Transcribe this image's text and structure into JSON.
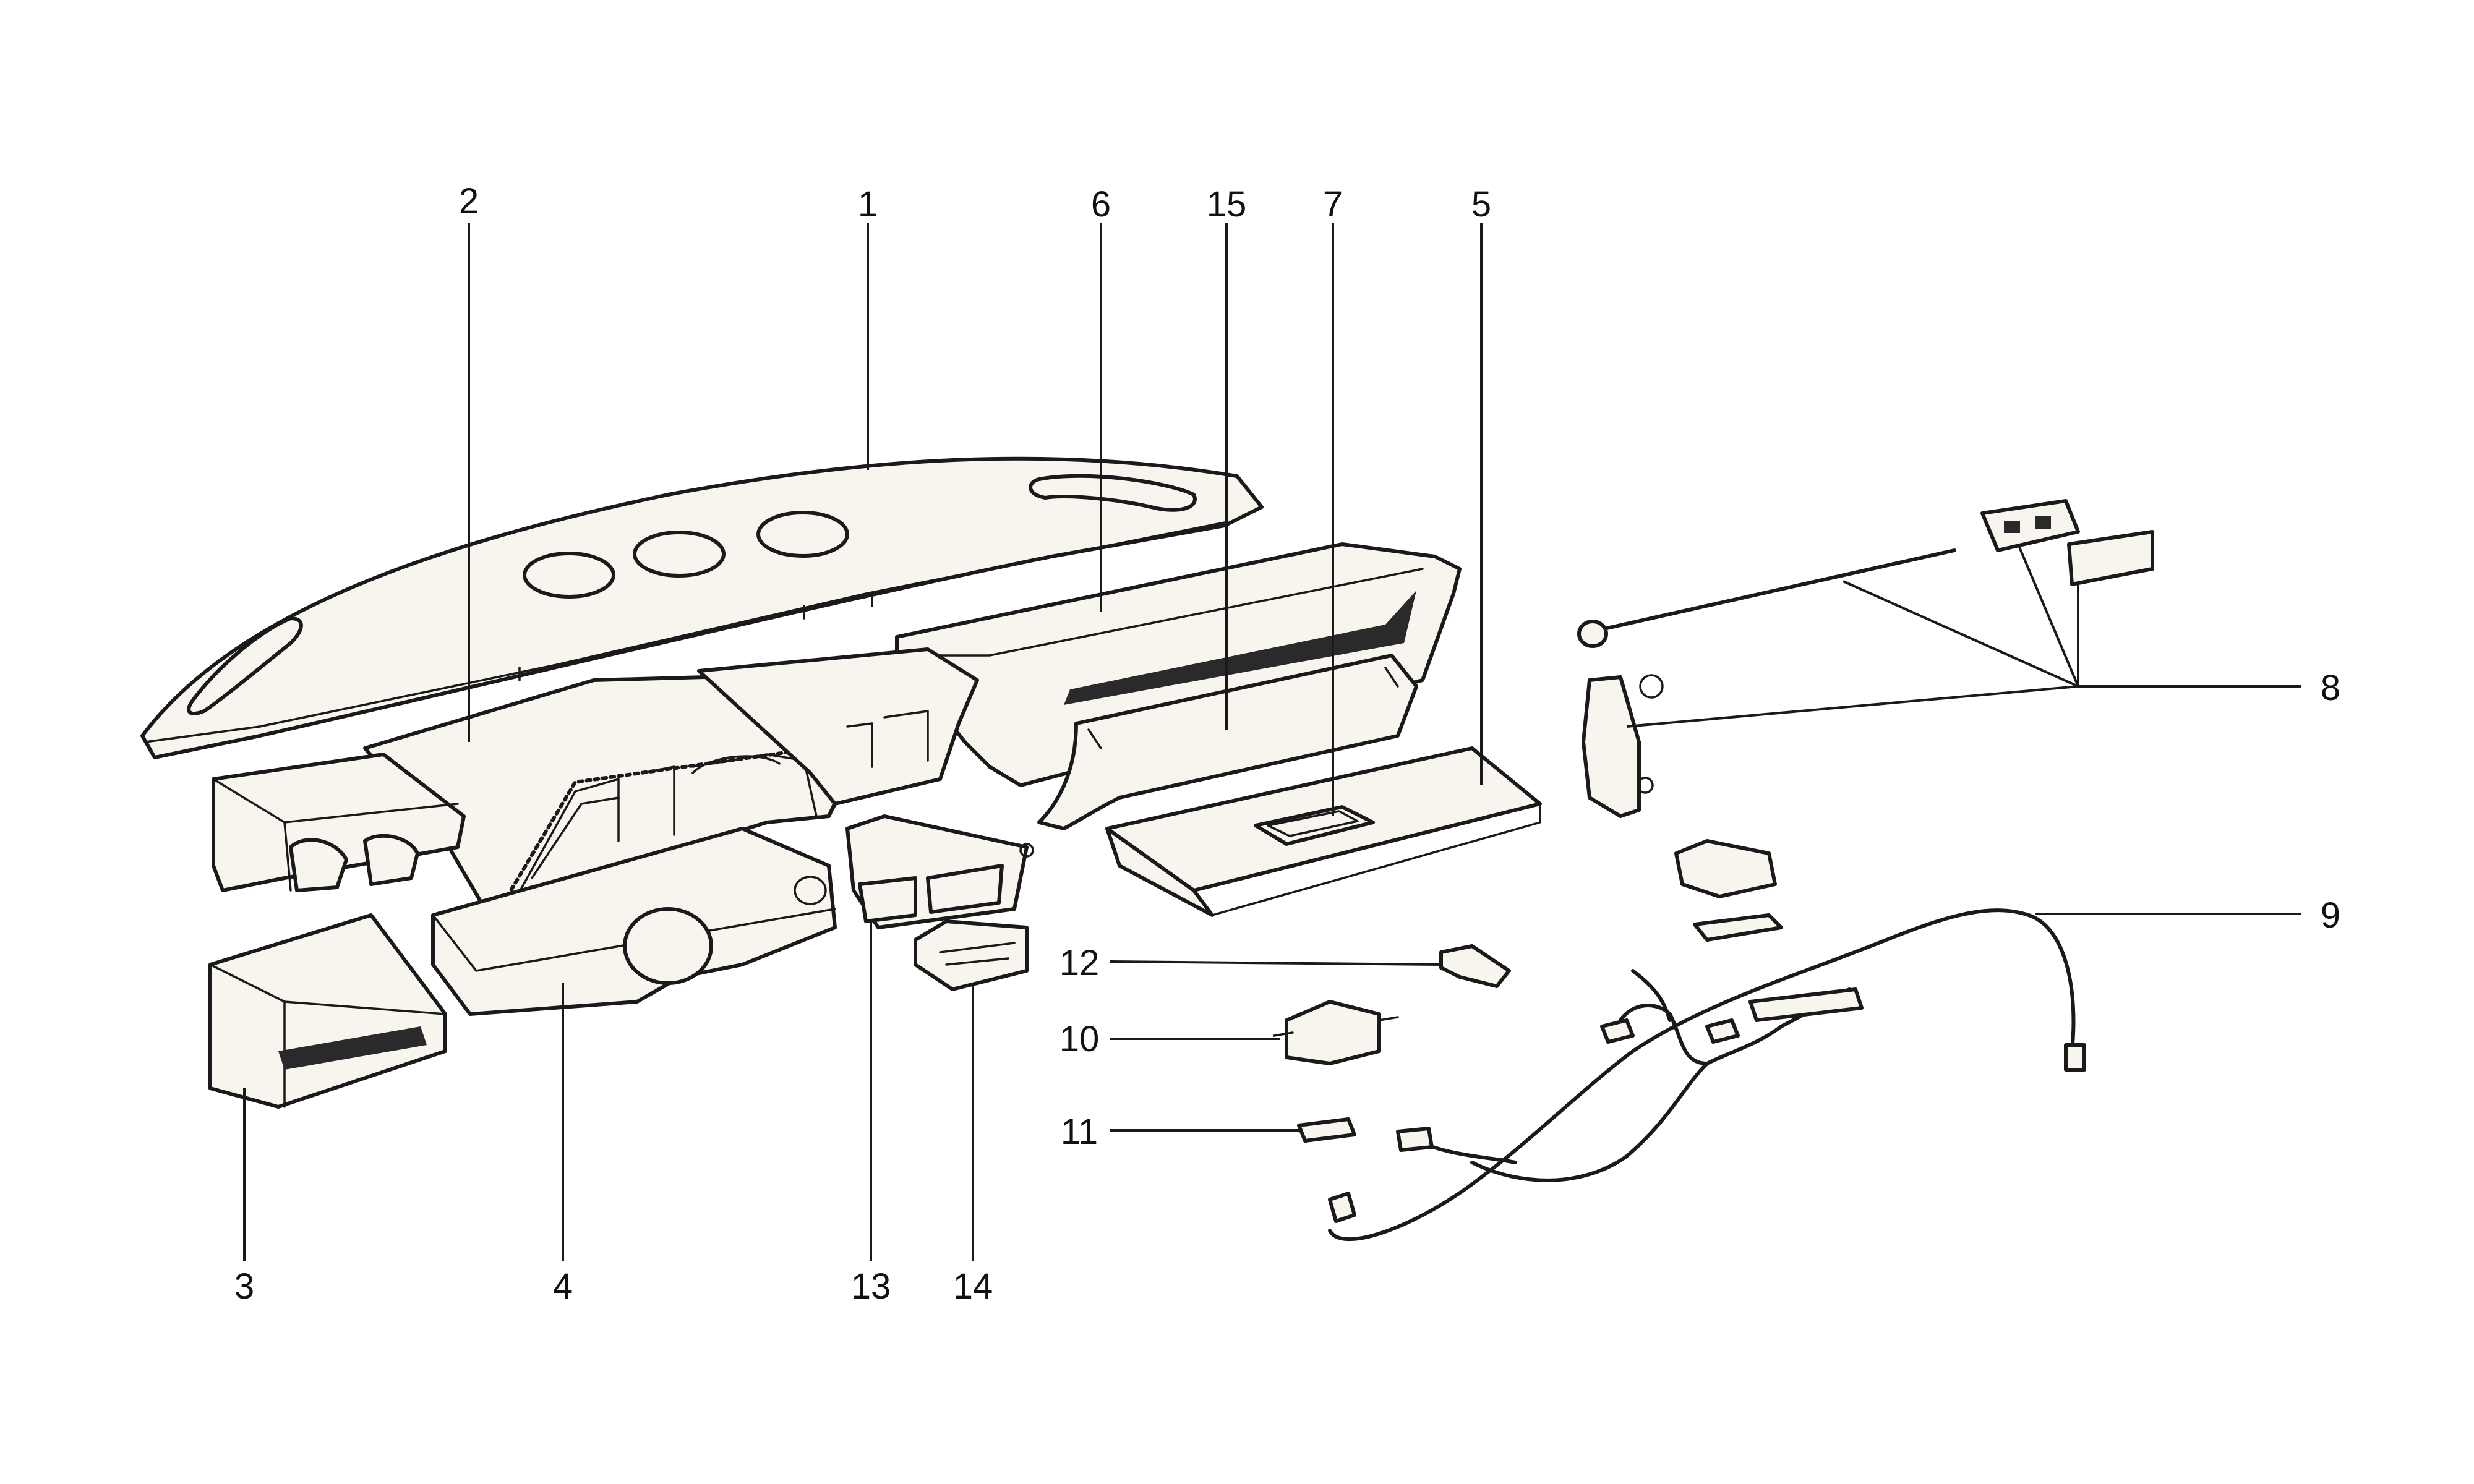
{
  "diagram": {
    "callouts": [
      "1",
      "2",
      "3",
      "4",
      "5",
      "6",
      "7",
      "8",
      "9",
      "10",
      "11",
      "12",
      "13",
      "14",
      "15"
    ]
  }
}
